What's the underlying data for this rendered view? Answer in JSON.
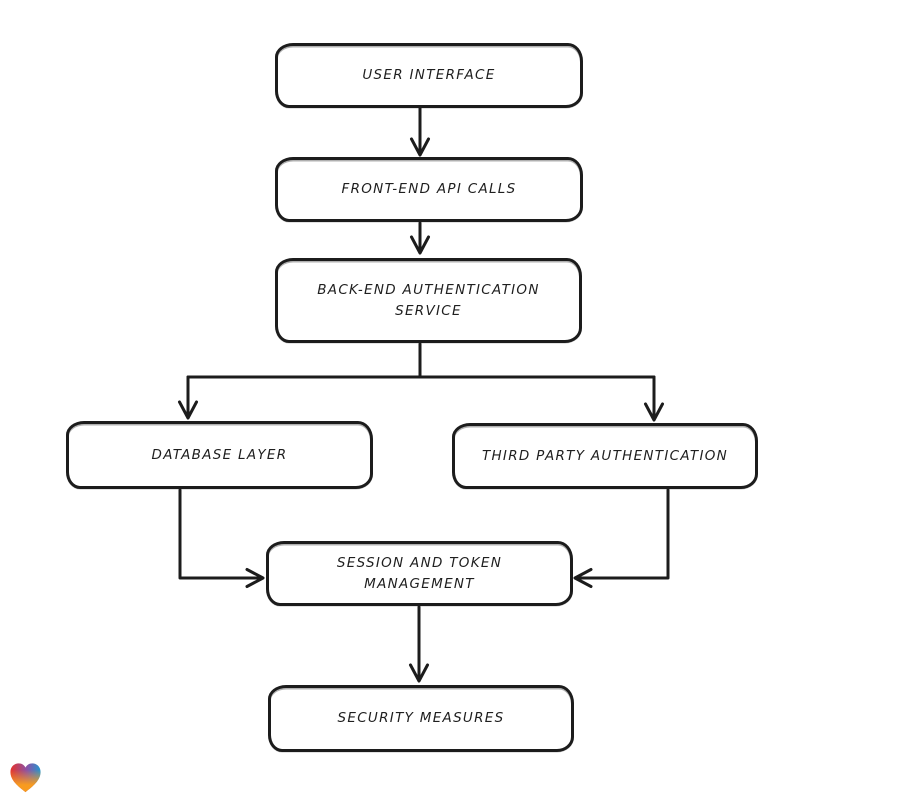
{
  "diagram": {
    "type": "flowchart",
    "background_color": "#ffffff",
    "stroke_color": "#1c1c1c",
    "text_color": "#1f1f1f",
    "nodes": [
      {
        "id": "user-interface",
        "label": "USER INTERFACE"
      },
      {
        "id": "front-end-api-calls",
        "label": "FRONT-END API CALLS"
      },
      {
        "id": "back-end-authentication-service",
        "label": "BACK-END AUTHENTICATION SERVICE"
      },
      {
        "id": "database-layer",
        "label": "DATABASE LAYER"
      },
      {
        "id": "third-party-authentication",
        "label": "THIRD PARTY AUTHENTICATION"
      },
      {
        "id": "session-and-token-management",
        "label": "SESSION AND TOKEN MANAGEMENT"
      },
      {
        "id": "security-measures",
        "label": "SECURITY MEASURES"
      }
    ],
    "edges": [
      {
        "from": "user-interface",
        "to": "front-end-api-calls"
      },
      {
        "from": "front-end-api-calls",
        "to": "back-end-authentication-service"
      },
      {
        "from": "back-end-authentication-service",
        "to": "database-layer"
      },
      {
        "from": "back-end-authentication-service",
        "to": "third-party-authentication"
      },
      {
        "from": "database-layer",
        "to": "session-and-token-management"
      },
      {
        "from": "third-party-authentication",
        "to": "session-and-token-management"
      },
      {
        "from": "session-and-token-management",
        "to": "security-measures"
      }
    ],
    "logo": {
      "name": "gradient-heart-logo",
      "colors": {
        "red": "#e6332a",
        "blue": "#2397cf",
        "orange": "#f89b1f"
      }
    }
  }
}
